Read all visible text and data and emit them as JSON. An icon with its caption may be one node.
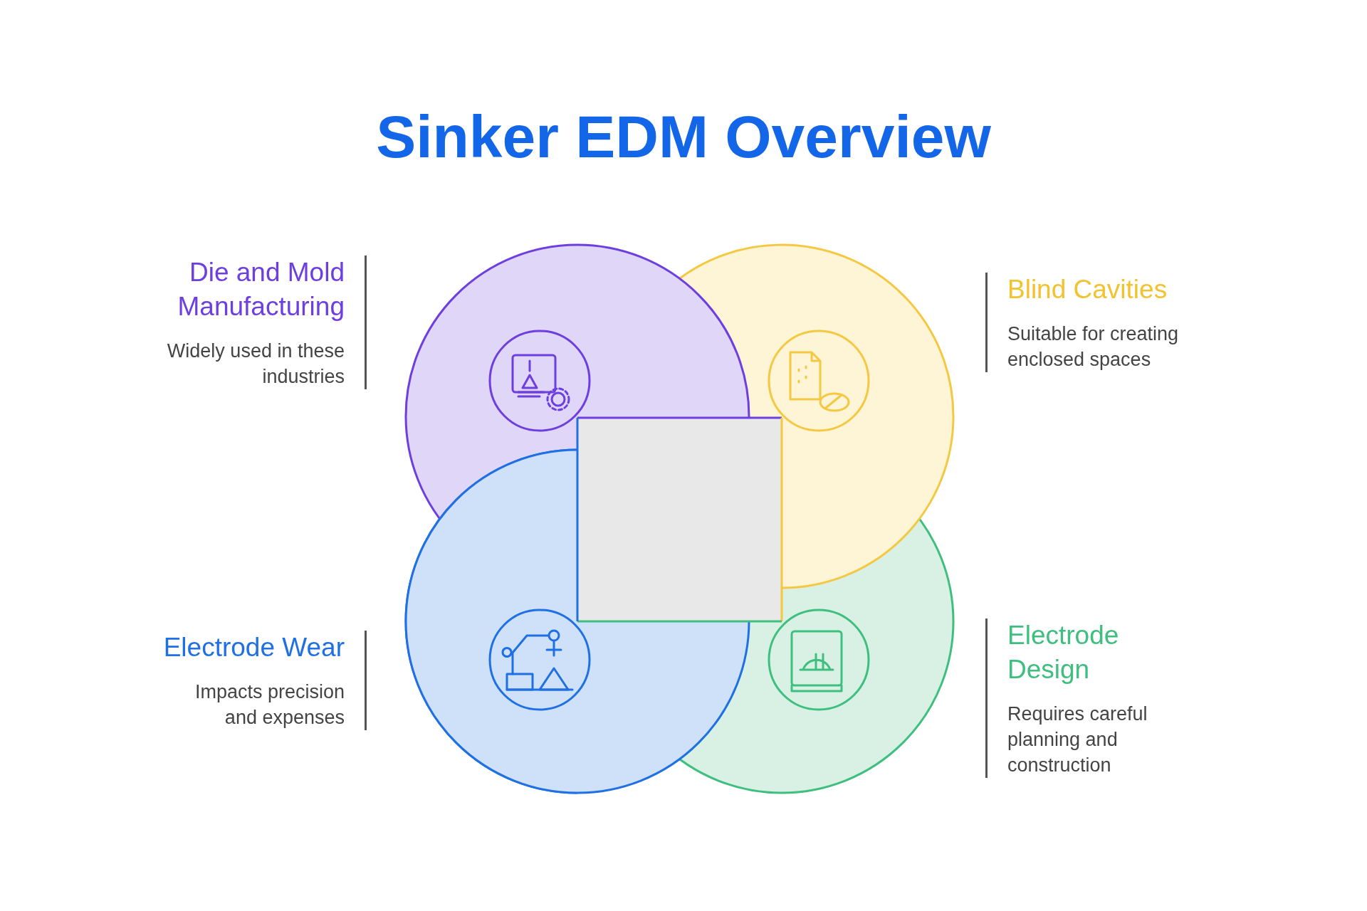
{
  "diagram": {
    "title": "Sinker EDM Overview",
    "nodes": [
      {
        "text": [
          "Die and Mold Manufacturing",
          "Widely used in these industries"
        ]
      },
      {
        "text": [
          "Blind Cavities",
          "Suitable for creating enclosed spaces"
        ]
      },
      {
        "text": [
          "Electrode Wear",
          "Impacts precision and expenses"
        ]
      },
      {
        "text": [
          "Electrode Design",
          "Requires careful planning and construction"
        ]
      }
    ]
  }
}
